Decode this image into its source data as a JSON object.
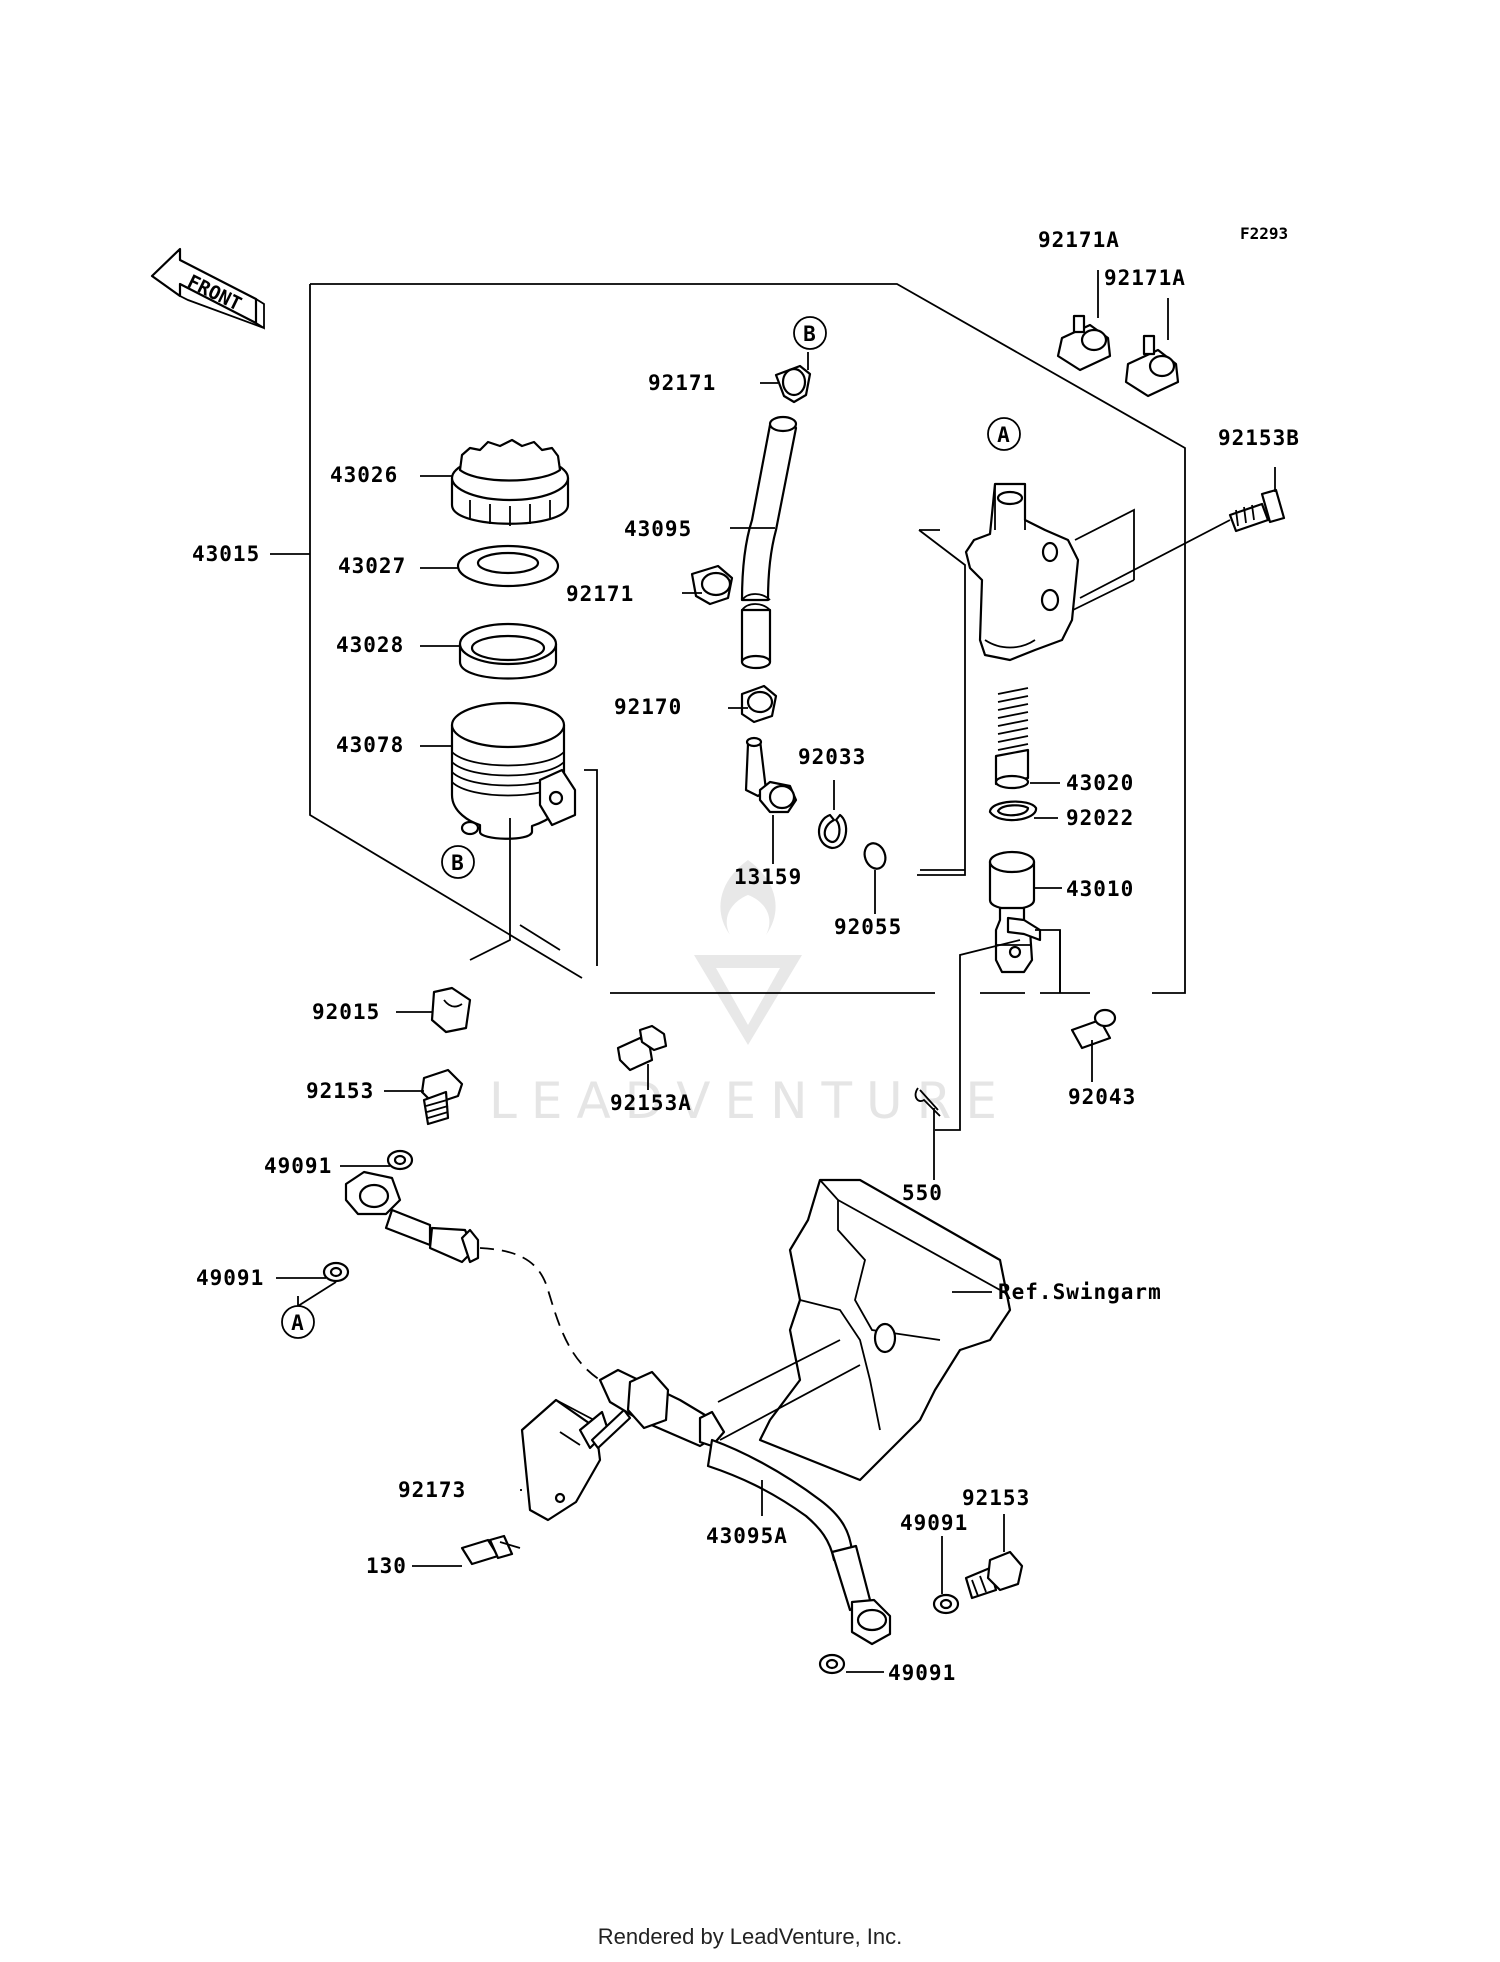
{
  "diagram_code": "F2293",
  "direction_label": "FRONT",
  "watermark_text": "LEADVENTURE",
  "footer": "Rendered by LeadVenture, Inc.",
  "reference_label": "Ref.Swingarm",
  "connectors": [
    "A",
    "B"
  ],
  "part_labels": [
    "92171A",
    "92171A",
    "92153B",
    "92171",
    "43026",
    "43095",
    "43015",
    "43027",
    "92171",
    "43028",
    "92170",
    "43078",
    "92033",
    "43020",
    "92022",
    "13159",
    "43010",
    "92055",
    "92015",
    "92153A",
    "92043",
    "92153",
    "49091",
    "550",
    "49091",
    "92173",
    "92153",
    "43095A",
    "49091",
    "130",
    "49091"
  ]
}
